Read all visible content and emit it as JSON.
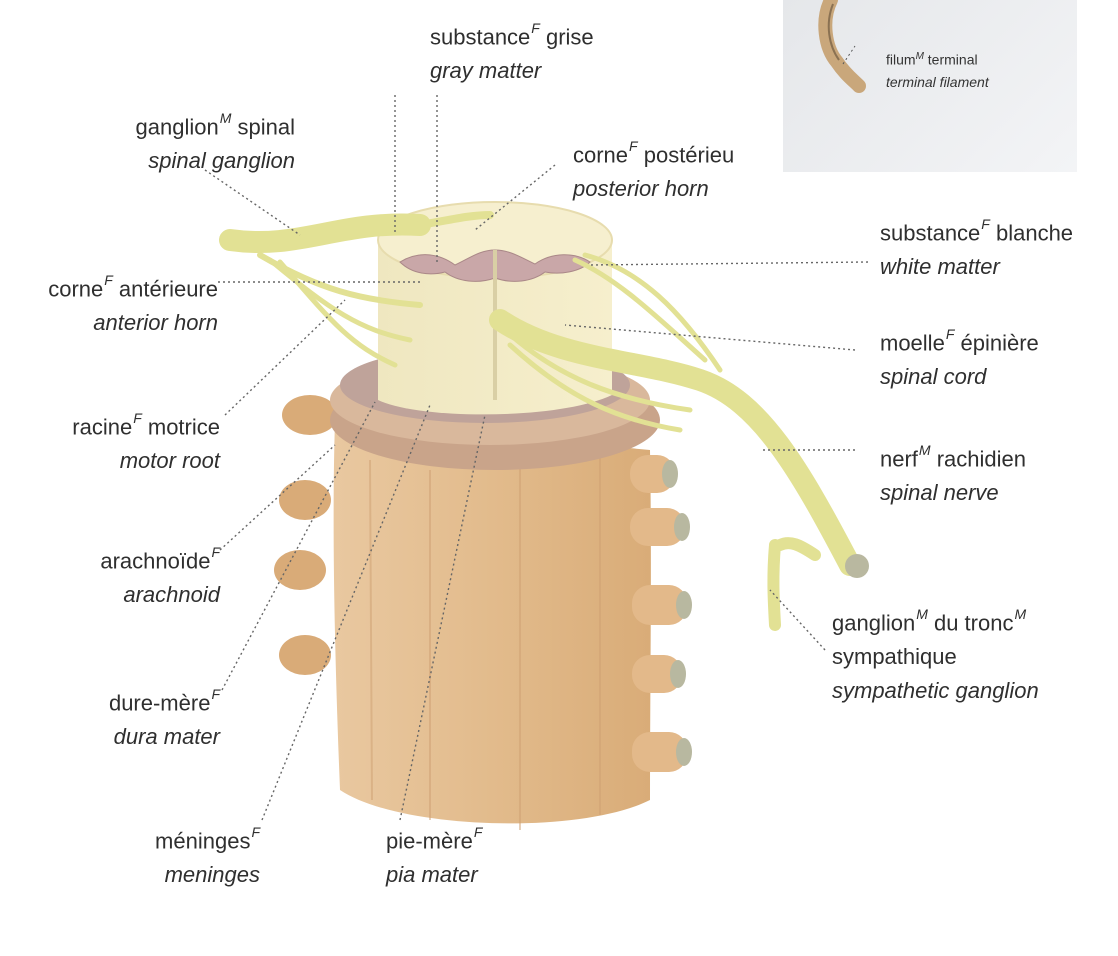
{
  "inset": {
    "label_fr": "filum",
    "label_fr_gender": "M",
    "label_fr_rest": " terminal",
    "label_en": "terminal filament"
  },
  "labels": {
    "gray_matter": {
      "fr": "substance",
      "g": "F",
      "fr2": " grise",
      "en": "gray matter"
    },
    "spinal_ganglion": {
      "fr": "ganglion",
      "g": "M",
      "fr2": " spinal",
      "en": "spinal ganglion"
    },
    "posterior_horn": {
      "fr": "corne",
      "g": "F",
      "fr2": " postérieu",
      "en": "posterior horn"
    },
    "white_matter": {
      "fr": "substance",
      "g": "F",
      "fr2": " blanche",
      "en": "white matter"
    },
    "anterior_horn": {
      "fr": "corne",
      "g": "F",
      "fr2": " antérieure",
      "en": "anterior horn"
    },
    "spinal_cord": {
      "fr": "moelle",
      "g": "F",
      "fr2": " épinière",
      "en": "spinal cord"
    },
    "motor_root": {
      "fr": "racine",
      "g": "F",
      "fr2": " motrice",
      "en": "motor root"
    },
    "spinal_nerve": {
      "fr": "nerf",
      "g": "M",
      "fr2": " rachidien",
      "en": "spinal nerve"
    },
    "arachnoid": {
      "fr": "arachnoïde",
      "g": "F",
      "fr2": "",
      "en": "arachnoid"
    },
    "sympathetic_ganglion": {
      "fr": "ganglion",
      "g": "M",
      "fr2": " du tronc",
      "g2": "M",
      "fr3": "sympathique",
      "en": "sympathetic ganglion"
    },
    "dura_mater": {
      "fr": "dure-mère",
      "g": "F",
      "fr2": "",
      "en": "dura mater"
    },
    "meninges": {
      "fr": "méninges",
      "g": "F",
      "fr2": "",
      "en": "meninges"
    },
    "pia_mater": {
      "fr": "pie-mère",
      "g": "F",
      "fr2": "",
      "en": "pia mater"
    }
  },
  "colors": {
    "nerve": "#e8e79a",
    "cord": "#f5eec9",
    "gray_matter": "#c9a7a8",
    "dura": "#e4c198",
    "leader": "#666666"
  }
}
